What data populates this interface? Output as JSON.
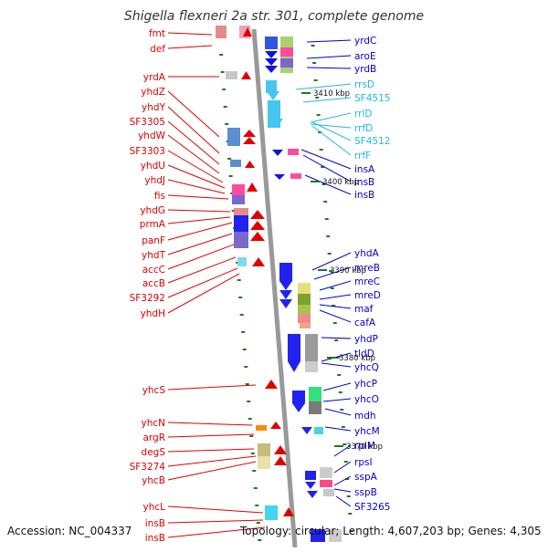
{
  "title": "Shigella flexneri 2a str. 301, complete genome",
  "footer": {
    "accession": "Accession: NC_004337",
    "topology": "Topology: circular; Length: 4,607,203 bp; Genes: 4,305"
  },
  "colors": {
    "left_label": "#e00000",
    "right_label": "#0000cc",
    "rna_label": "#22b8e0",
    "axis": "#888888",
    "tick": "#1f7a1f"
  },
  "kbp_labels": [
    "3410 kbp",
    "3400 kbp",
    "3390 kbp",
    "3380 kbp",
    "3370 kbp"
  ],
  "left_genes": [
    "fmt",
    "def",
    "yrdA",
    "yhdZ",
    "yhdY",
    "SF3305",
    "yhdW",
    "SF3303",
    "yhdU",
    "yhdJ",
    "fis",
    "yhdG",
    "prmA",
    "panF",
    "yhdT",
    "accC",
    "accB",
    "SF3292",
    "yhdH",
    "yhcS",
    "yhcN",
    "argR",
    "degS",
    "SF3274",
    "yhcB",
    "yhcL",
    "insB",
    "insB"
  ],
  "right_genes": [
    "yrdC",
    "aroE",
    "yrdB",
    "rrsD",
    "SF4515",
    "rrlD",
    "rrfD",
    "SF4512",
    "rrfF",
    "insA",
    "insB",
    "insB",
    "yhdA",
    "mreB",
    "mreC",
    "mreD",
    "maf",
    "cafA",
    "yhdP",
    "tldD",
    "yhcQ",
    "yhcP",
    "yhcO",
    "mdh",
    "yhcM",
    "rplM",
    "rpsI",
    "sspA",
    "sspB",
    "SF3265"
  ]
}
